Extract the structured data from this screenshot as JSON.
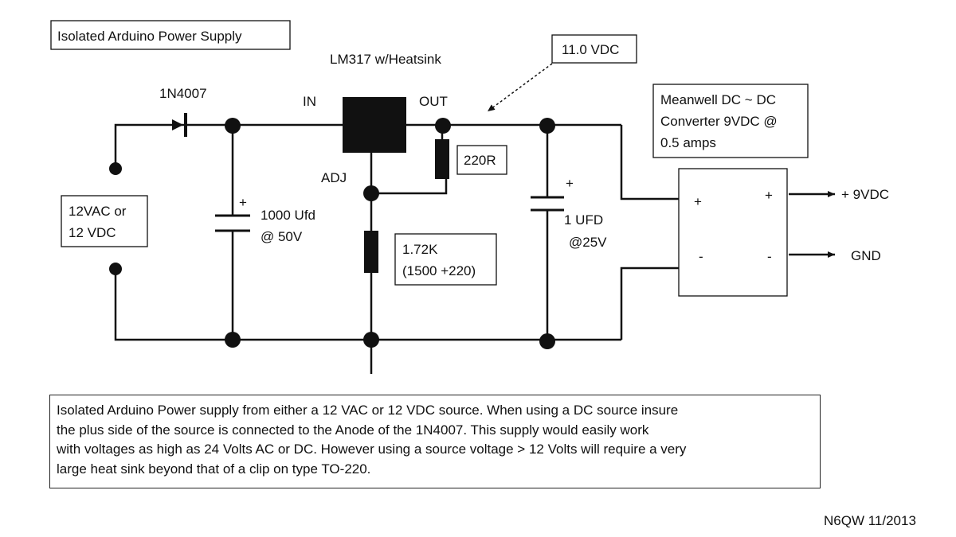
{
  "title": "Isolated Arduino Power Supply",
  "labels": {
    "diode": "1N4007",
    "regulator": "LM317 w/Heatsink",
    "reg_in": "IN",
    "reg_out": "OUT",
    "reg_adj": "ADJ",
    "out_voltage": "11.0 VDC",
    "input_line1": "12VAC or",
    "input_line2": "12 VDC",
    "cap1_plus": "+",
    "cap1_line1": "1000 Ufd",
    "cap1_line2": "@ 50V",
    "r1": "220R",
    "r2_line1": "1.72K",
    "r2_line2": "(1500 +220)",
    "cap2_plus": "+",
    "cap2_line1": "1 UFD",
    "cap2_line2": "@25V",
    "converter_line1": "Meanwell DC ~ DC",
    "converter_line2": "Converter 9VDC @",
    "converter_line3": "0.5 amps",
    "conv_in_plus": "+",
    "conv_out_plus": "+",
    "conv_in_minus": "-",
    "conv_out_minus": "-",
    "out_pos": "+ 9VDC",
    "out_gnd": "GND"
  },
  "note_lines": [
    "Isolated Arduino Power supply from either a 12 VAC or 12 VDC source. When using a DC source insure",
    "the  plus side of the source is connected to the Anode of the 1N4007. This supply would easily work",
    "with voltages as high as  24 Volts AC or DC. However using a source voltage > 12 Volts will require a very",
    "large heat sink beyond that of a clip on type TO-220."
  ],
  "signature": "N6QW 11/2013"
}
